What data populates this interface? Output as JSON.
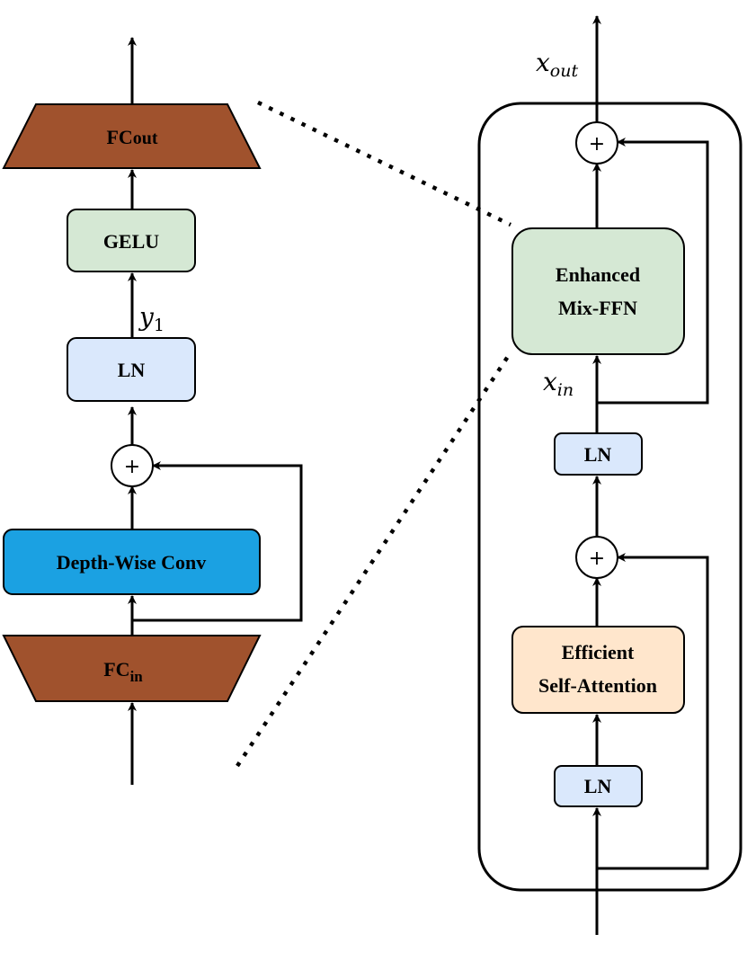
{
  "left": {
    "fc_out": {
      "main": "FC",
      "sub": "out"
    },
    "gelu": "GELU",
    "y_label": {
      "main": "y",
      "sub": "1"
    },
    "ln": "LN",
    "plus": "+",
    "dwconv": "Depth-Wise Conv",
    "fc_in": {
      "main": "FC",
      "sub": "in"
    }
  },
  "right": {
    "x_out": {
      "main": "x",
      "sub": "out"
    },
    "plus_top": "+",
    "ffn_line1": "Enhanced",
    "ffn_line2": "Mix-FFN",
    "x_in": {
      "main": "x",
      "sub": "in"
    },
    "ln_top": "LN",
    "plus_bottom": "+",
    "attn_line1": "Efficient",
    "attn_line2": "Self-Attention",
    "ln_bottom": "LN"
  },
  "colors": {
    "fc": "#a0522d",
    "gelu": "#d5e8d4",
    "ln": "#dae8fc",
    "dwconv": "#1ba1e2",
    "ffn": "#d5e8d4",
    "attn": "#ffe6cc"
  }
}
